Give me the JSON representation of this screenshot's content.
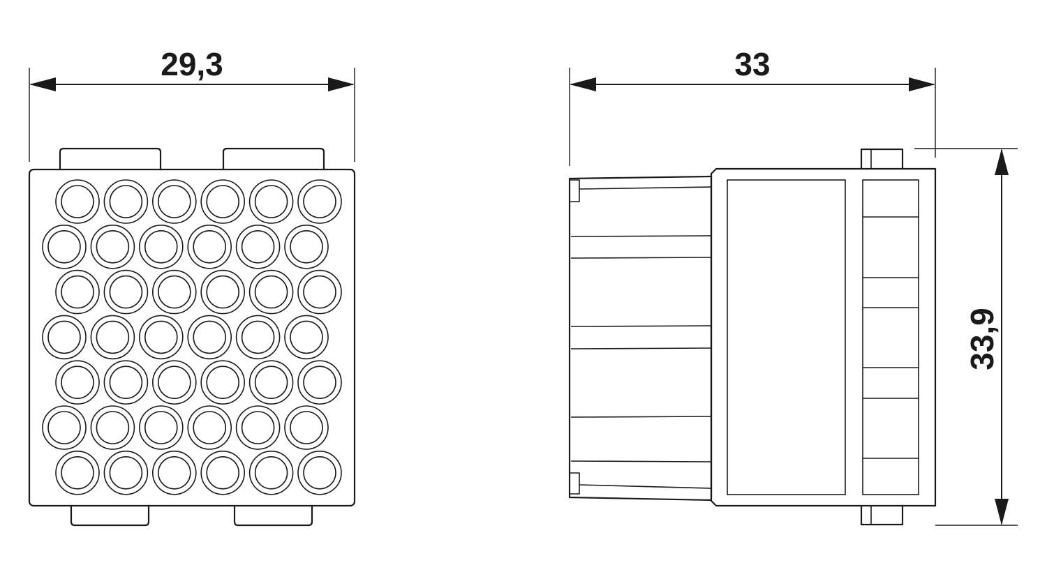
{
  "dimensions": {
    "front_width": "29,3",
    "side_length": "33",
    "side_height": "33,9"
  },
  "contact_grid": {
    "rows": 7,
    "columns": 6
  },
  "colors": {
    "line": "#1a1a1a",
    "background": "#ffffff"
  }
}
